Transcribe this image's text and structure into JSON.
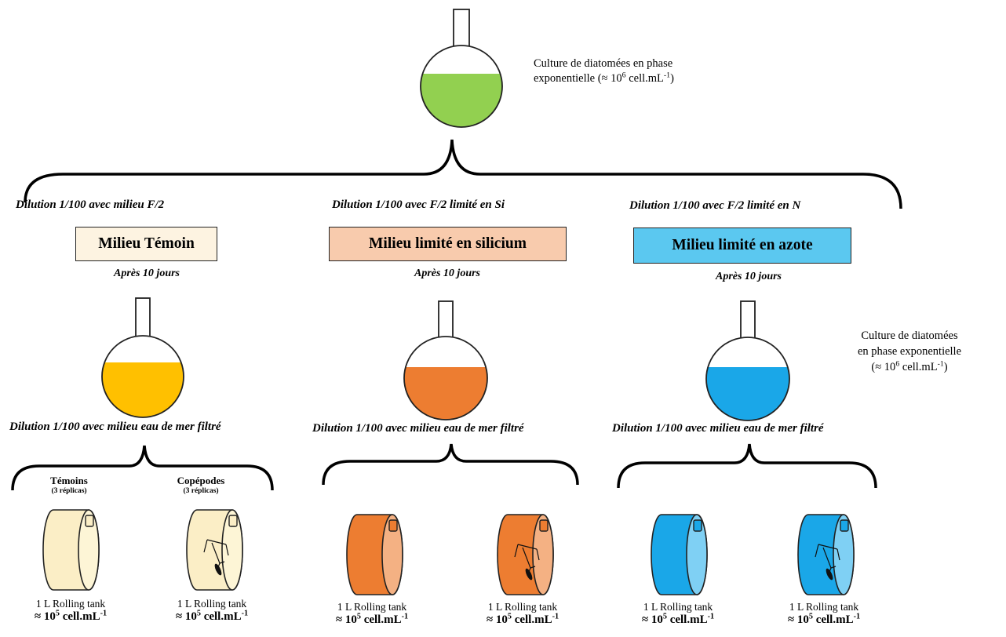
{
  "initial_culture": {
    "line1": "Culture de diatomées en phase",
    "line2_prefix": "exponentielle (≈ 10",
    "exponent": "6",
    "line2_suffix": " cell.mL",
    "unit_exponent": "-1",
    "closing": ")",
    "flask_color": "#92d050"
  },
  "side_note": {
    "line1": "Culture de diatomées",
    "line2": "en phase exponentielle",
    "line3_prefix": "(≈ 10",
    "exponent": "6",
    "line3_suffix": " cell.mL",
    "unit_exponent": "-1",
    "closing": ")"
  },
  "branches": [
    {
      "dilution_label": "Dilution 1/100 avec milieu F/2",
      "medium_label": "Milieu Témoin",
      "medium_bg": "#fdf3e1",
      "after_label": "Après 10 jours",
      "flask_color": "#ffc000",
      "second_dilution_label": "Dilution 1/100 avec milieu eau de mer filtré",
      "tank_color": "#fbeec6",
      "tank_face_color": "#fdf5d6",
      "tanks": [
        {
          "group_label": "Témoins",
          "replicas_label": "(3 réplicas)",
          "volume_label": "1 L Rolling tank",
          "conc_prefix": "≈ 10",
          "conc_exponent": "5",
          "conc_suffix": " cell.mL",
          "conc_unit_exponent": "-1"
        },
        {
          "group_label": "Copépodes",
          "replicas_label": "(3 réplicas)",
          "volume_label": "1 L Rolling tank",
          "conc_prefix": "≈ 10",
          "conc_exponent": "5",
          "conc_suffix": " cell.mL",
          "conc_unit_exponent": "-1"
        }
      ]
    },
    {
      "dilution_label": "Dilution 1/100 avec F/2 limité en Si",
      "medium_label": "Milieu limité en silicium",
      "medium_bg": "#f8cbad",
      "after_label": "Après 10 jours",
      "flask_color": "#ed7d31",
      "second_dilution_label": "Dilution 1/100 avec milieu eau de mer filtré",
      "tank_color": "#ed7d31",
      "tank_face_color": "#f4b183",
      "tanks": [
        {
          "volume_label": "1 L Rolling tank",
          "conc_prefix": "≈ 10",
          "conc_exponent": "5",
          "conc_suffix": " cell.mL",
          "conc_unit_exponent": "-1"
        },
        {
          "volume_label": "1 L Rolling tank",
          "conc_prefix": "≈ 10",
          "conc_exponent": "5",
          "conc_suffix": " cell.mL",
          "conc_unit_exponent": "-1"
        }
      ]
    },
    {
      "dilution_label": "Dilution 1/100 avec F/2 limité en N",
      "medium_label": "Milieu limité en azote",
      "medium_bg": "#5bc8f0",
      "after_label": "Après 10 jours",
      "flask_color": "#1aa7e8",
      "second_dilution_label": "Dilution 1/100 avec milieu eau de mer filtré",
      "tank_color": "#1aa7e8",
      "tank_face_color": "#7fd0f4",
      "tanks": [
        {
          "volume_label": "1 L Rolling tank",
          "conc_prefix": "≈ 10",
          "conc_exponent": "5",
          "conc_suffix": " cell.mL",
          "conc_unit_exponent": "-1"
        },
        {
          "volume_label": "1 L Rolling tank",
          "conc_prefix": "≈ 10",
          "conc_exponent": "5",
          "conc_suffix": " cell.mL",
          "conc_unit_exponent": "-1"
        }
      ]
    }
  ]
}
